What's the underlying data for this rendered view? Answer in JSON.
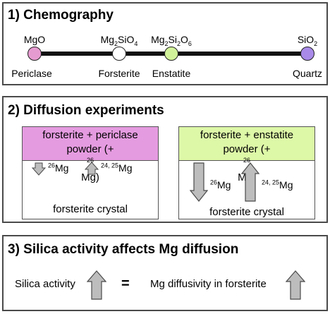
{
  "panel1": {
    "title": "1) Chemography",
    "minerals": [
      {
        "formula_main": "MgO",
        "name": "Periclase",
        "color": "#e69bd0"
      },
      {
        "formula_main": "Mg",
        "formula_sub1": "2",
        "formula_mid": "SiO",
        "formula_sub2": "4",
        "name": "Forsterite",
        "color": "#ffffff"
      },
      {
        "formula_main": "Mg",
        "formula_sub1": "2",
        "formula_mid": "Si",
        "formula_sub2": "2",
        "formula_end": "O",
        "formula_sub3": "6",
        "name": "Enstatite",
        "color": "#d2f29a"
      },
      {
        "formula_main": "SiO",
        "formula_sub1": "2",
        "name": "Quartz",
        "color": "#a98ae8"
      }
    ]
  },
  "panel2": {
    "title": "2) Diffusion experiments",
    "left": {
      "header_line1": "forsterite + periclase",
      "header_line2_pre": "powder (+",
      "header_sup": "26",
      "header_line2_post": "Mg)",
      "header_color": "#e59be0",
      "down_sup": "26",
      "down_label": "Mg",
      "up_sup": "24, 25",
      "up_label": "Mg",
      "crystal": "forsterite crystal"
    },
    "right": {
      "header_line1": "forsterite + enstatite",
      "header_line2_pre": "powder (+",
      "header_sup": "26",
      "header_line2_post": "Mg)",
      "header_color": "#ddf8a7",
      "down_sup": "26",
      "down_label": "Mg",
      "up_sup": "24, 25",
      "up_label": "Mg",
      "crystal": "forsterite crystal"
    }
  },
  "panel3": {
    "title": "3) Silica activity affects Mg diffusion",
    "left_text": "Silica activity",
    "equals": "=",
    "right_text": "Mg diffusivity in forsterite"
  },
  "colors": {
    "arrow_fill": "#bdbdbd",
    "arrow_stroke": "#4a4a4a",
    "border": "#4a4a4a"
  }
}
